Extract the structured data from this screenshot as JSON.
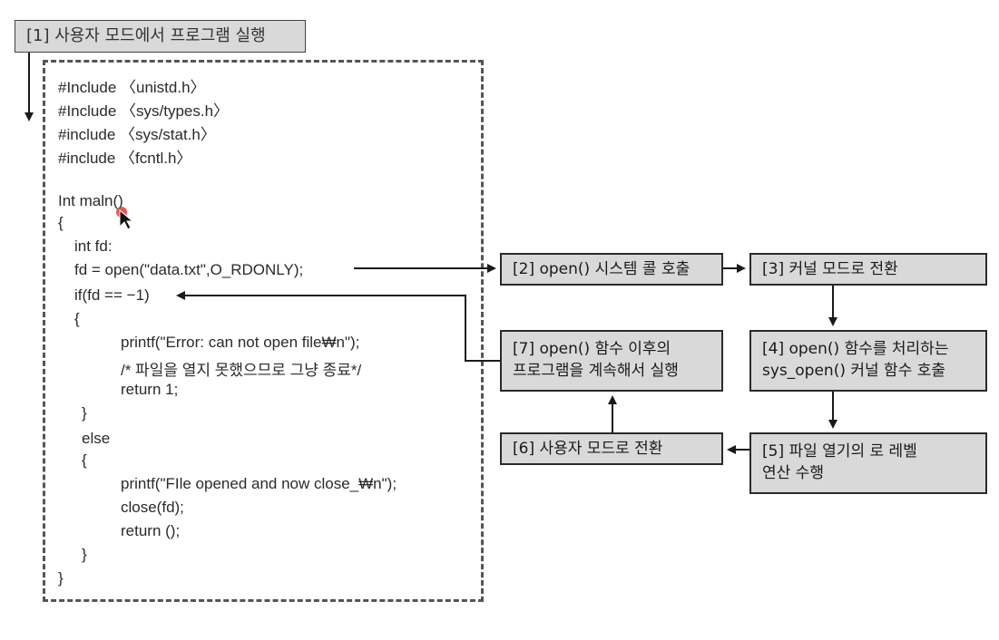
{
  "title": "[1] 사용자 모드에서 프로그램 실행",
  "code": {
    "lines": [
      "#Include 〈unistd.h〉",
      "#Include 〈sys/types.h〉",
      "#include 〈sys/stat.h〉",
      "#include 〈fcntl.h〉",
      "",
      "Int maln()",
      "{",
      "int fd:",
      "fd = open(\"data.txt\",O_RDONLY);",
      "if(fd == −1)",
      "{",
      "printf(\"Error: can not open file₩n\");",
      "/* 파일을 열지 못했으므로 그냥 종료*/",
      "return 1;",
      "}",
      "else",
      "{",
      "printf(\"FIle opened and now close_₩n\");",
      "close(fd);",
      "return ();",
      "}",
      "}"
    ]
  },
  "steps": {
    "s2": "[2] open() 시스템 콜 호출",
    "s3": "[3] 커널 모드로 전환",
    "s4_line1": "[4] open() 함수를 처리하는",
    "s4_line2": "sys_open() 커널 함수 호출",
    "s5_line1": "[5] 파일 열기의 로 레벨",
    "s5_line2": "연산 수행",
    "s6": "[6] 사용자 모드로 전환",
    "s7_line1": "[7] open() 함수 이후의",
    "s7_line2": "프로그램을 계속해서 실행"
  },
  "colors": {
    "box_fill": "#d9d9d9",
    "box_border": "#2a2a2a",
    "arrow": "#1a1a1a",
    "cursor_dot": "#e53935"
  }
}
